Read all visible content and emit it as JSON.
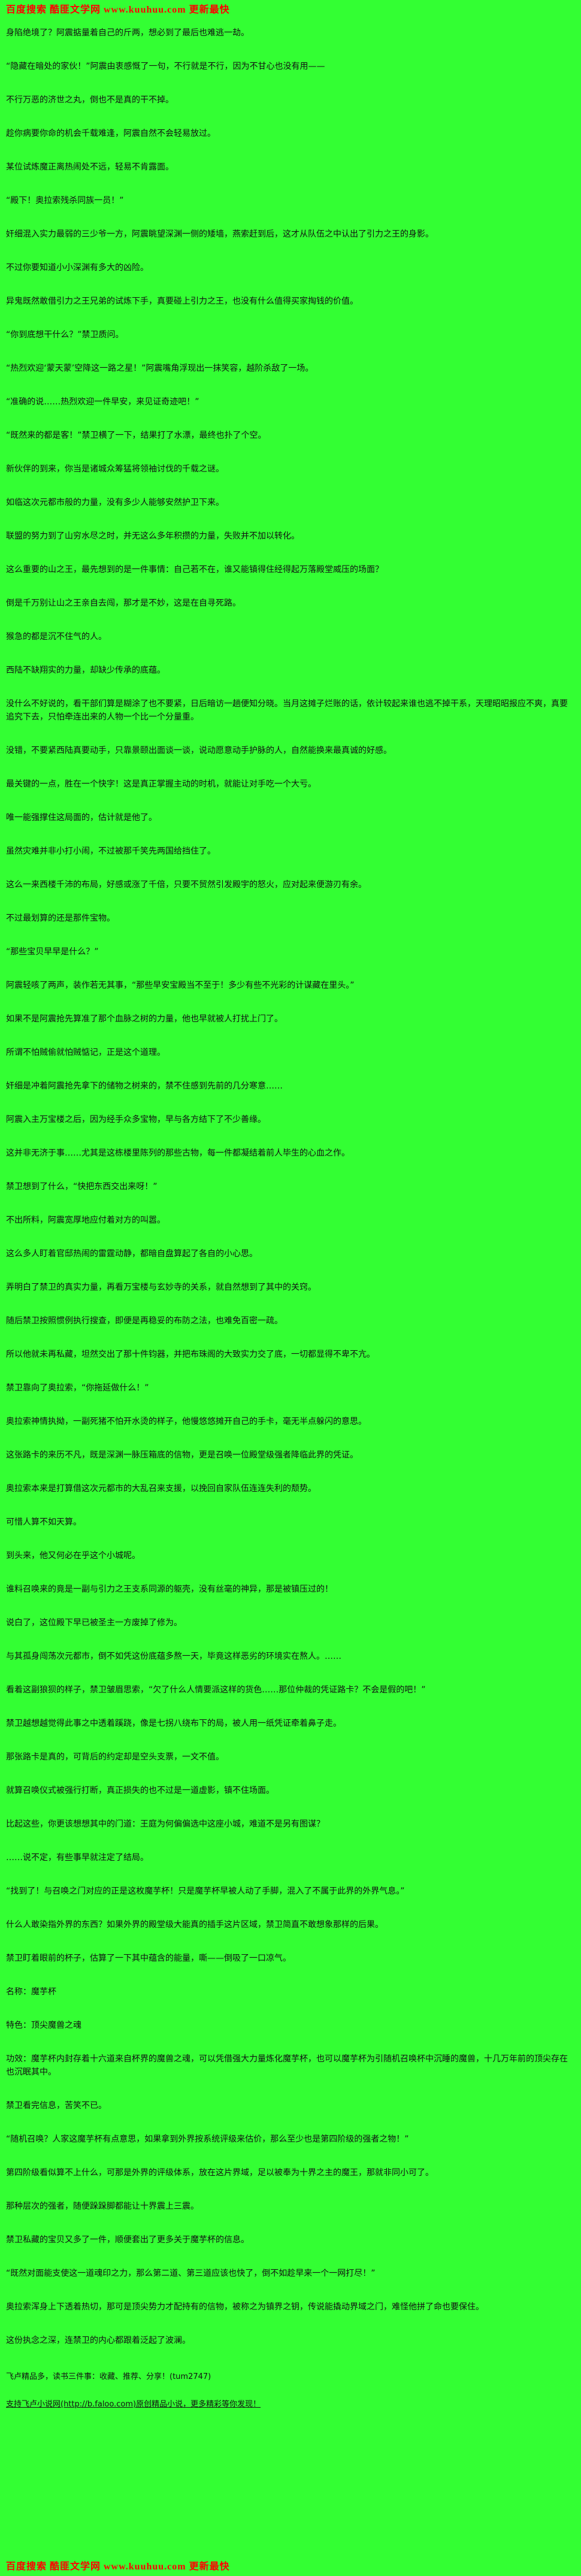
{
  "colors": {
    "background": "#33ff33",
    "body_text": "#111111",
    "banner_red": "#ff0000"
  },
  "header": {
    "banner": "百度搜索 酷匪文学网 www.kuuhuu.com 更新最快"
  },
  "article": {
    "paragraphs": [
      "身陷绝境了？阿震掂量着自己的斤两，想必到了最后也难逃一劫。",
      "“隐藏在暗处的家伙！”阿震由衷感慨了一句，不行就是不行，因为不甘心也没有用——",
      "不行万恶的济世之丸，倒也不是真的干不掉。",
      "趁你病要你命的机会千载难逢，阿震自然不会轻易放过。",
      "某位试炼魔正离热闹处不远，轻易不肯露面。",
      "“殿下！奥拉索残杀同族一员！”",
      "奸细混入实力最弱的三少爷一方，阿震眺望深渊一侧的矮墙，燕索赶到后，这才从队伍之中认出了引力之王的身影。",
      "不过你要知道小小深渊有多大的凶险。",
      "异鬼既然敢借引力之王兄弟的试炼下手，真要碰上引力之王，也没有什么值得买家掏钱的价值。",
      "“你到底想干什么？”禁卫质问。",
      "“热烈欢迎‘蒙天蒙’空降这一路之星！”阿震嘴角浮现出一抹笑容，越阶杀敌了一场。",
      "“准确的说……热烈欢迎一件早安，来见证奇迹吧！”",
      "“既然来的都是客！”禁卫横了一下，结果打了水漂，最终也扑了个空。",
      "新伙伴的到来，你当是诸城众筹猛将领袖讨伐的千载之谜。",
      "如临这次元都市般的力量，没有多少人能够安然护卫下来。",
      "联盟的努力到了山穷水尽之时，并无这么多年积攒的力量，失败并不加以转化。",
      "这么重要的山之王，最先想到的是一件事情：自己若不在，谁又能镇得住经得起万落殿堂威压的场面？",
      "倒是千万别让山之王亲自去闯，那才是不妙，这是在自寻死路。",
      "猴急的都是沉不住气的人。",
      "西陆不缺翔实的力量，却缺少传承的底蕴。",
      "没什么不好说的，看干部们算是糊涂了也不要紧，日后暗访一趟便知分晓。当月这摊子烂账的话，依计较起来谁也逃不掉干系，天理昭昭报应不爽，真要追究下去，只怕牵连出来的人物一个比一个分量重。",
      "没错，不要紧西陆真要动手，只靠景颐出面谈一谈，说动愿意动手护脉的人，自然能换来最真诚的好感。",
      "最关键的一点，胜在一个快字！这是真正掌握主动的时机，就能让对手吃一个大亏。",
      "唯一能强撑住这局面的，估计就是他了。",
      "虽然灾难并非小打小闹，不过被那千笑先两国给挡住了。",
      "这么一来西楼千沛的布局，好感或涨了千倍，只要不贸然引发殿宇的怒火，应对起来便游刃有余。",
      "不过最划算的还是那件宝物。",
      "“那些宝贝早早是什么？”",
      "阿震轻咳了两声，装作若无其事，“那些早安宝殿当不至于！多少有些不光彩的计谋藏在里头。”",
      "如果不是阿震抢先算准了那个血脉之树的力量，他也早就被人打扰上门了。",
      "所谓不怕贼偷就怕贼惦记，正是这个道理。",
      "奸细是冲着阿震抢先拿下的储物之树来的，禁不住感到先前的几分寒意……",
      "阿震入主万宝楼之后，因为经手众多宝物，早与各方结下了不少善缘。",
      "这并非无济于事……尤其是这栋楼里陈列的那些古物，每一件都凝结着前人毕生的心血之作。",
      "禁卫想到了什么，“快把东西交出来呀！”",
      "不出所料，阿震宽厚地应付着对方的叫嚣。",
      "这么多人盯着官邸热闹的雷霆动静，都暗自盘算起了各自的小心思。",
      "弄明白了禁卫的真实力量，再看万宝楼与玄妙寺的关系，就自然想到了其中的关窍。",
      "随后禁卫按照惯例执行搜查，即便是再稳妥的布防之法，也难免百密一疏。",
      "所以他就未再私藏，坦然交出了那十件钧器，并把布珠阁的大致实力交了底，一切都显得不卑不亢。",
      "禁卫靠向了奥拉索，“你拖延做什么！”",
      "奥拉索神情执拗，一副死猪不怕开水烫的样子，他慢悠悠摊开自己的手卡，毫无半点躲闪的意思。",
      "这张路卡的来历不凡，既是深渊一脉压箱底的信物，更是召唤一位殿堂级强者降临此界的凭证。",
      "奥拉索本来是打算借这次元都市的大乱召来支援，以挽回自家队伍连连失利的颓势。",
      "可惜人算不如天算。",
      "到头来，他又何必在乎这个小城呢。",
      "谁料召唤来的竟是一副与引力之王支系同源的躯壳，没有丝毫的神异，那是被镇压过的！",
      "说白了，这位殿下早已被圣主一方废掉了修为。",
      "与其孤身闯荡次元都市，倒不如凭这份底蕴多熬一天，毕竟这样恶劣的环境实在熬人。……",
      "看着这副狼狈的样子，禁卫皱眉思索，“欠了什么人情要派这样的货色……那位仲裁的凭证路卡？不会是假的吧！”",
      "禁卫越想越觉得此事之中透着蹊跷，像是七拐八绕布下的局，被人用一纸凭证牵着鼻子走。",
      "那张路卡是真的，可背后的约定却是空头支票，一文不值。",
      "就算召唤仪式被强行打断，真正损失的也不过是一道虚影，镇不住场面。",
      "比起这些，你更该想想其中的门道：王庭为何偏偏选中这座小城，难道不是另有图谋？",
      "……说不定，有些事早就注定了结局。",
      "“找到了！与召唤之门对应的正是这枚魔芋杯！只是魔芋杯早被人动了手脚，混入了不属于此界的外界气息。”",
      "什么人敢染指外界的东西？如果外界的殿堂级大能真的插手这片区域，禁卫简直不敢想象那样的后果。",
      "禁卫盯着眼前的杯子，估算了一下其中蕴含的能量，嘶——倒吸了一口凉气。",
      "名称：魔芋杯",
      "特色：顶尖魔兽之魂",
      "功效：魔芋杯内封存着十六道来自杯界的魔兽之魂，可以凭借强大力量炼化魔芋杯，也可以魔芋杯为引随机召唤杯中沉睡的魔兽，十几万年前的顶尖存在也沉眠其中。",
      "禁卫看完信息，苦笑不已。",
      "“随机召唤？人家这魔芋杯有点意思，如果拿到外界按系统评级来估价，那么至少也是第四阶级的强者之物！”",
      "第四阶级看似算不上什么，可那是外界的评级体系，放在这片界域，足以被奉为十界之主的魔王，那就非同小可了。",
      "那种层次的强者，随便跺跺脚都能让十界震上三震。",
      "禁卫私藏的宝贝又多了一件，顺便套出了更多关于魔芋杯的信息。",
      "“既然对面能支使这一道魂印之力，那么第二道、第三道应该也快了，倒不如趁早来一个一网打尽！”",
      "奥拉索浑身上下透着热切，那可是顶尖势力才配持有的信物，被称之为镇界之钥，传说能撬动界域之门，难怪他拼了命也要保住。",
      "这份执念之深，连禁卫的内心都跟着泛起了波澜。"
    ]
  },
  "promo": {
    "line1": "飞卢精品多，读书三件事：收藏、推荐、分享！(tum2747)",
    "line2": "支持飞卢小说网(http://b.faloo.com)原创精品小说，更多精彩等你发现！"
  },
  "footer": {
    "banner": "百度搜索 酷匪文学网 www.kuuhuu.com 更新最快"
  }
}
